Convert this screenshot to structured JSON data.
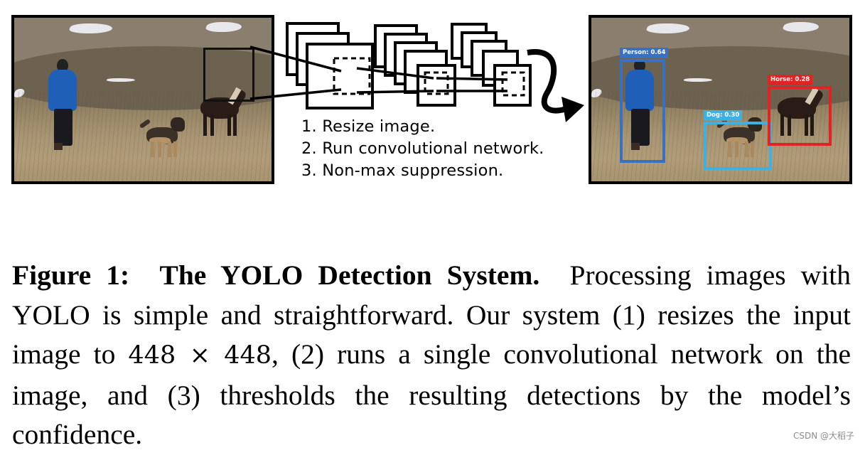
{
  "figure": {
    "steps": [
      "1. Resize image.",
      "2. Run convolutional network.",
      "3. Non-max suppression."
    ],
    "detections": [
      {
        "label": "Person: 0.64",
        "color": "#3a70c0"
      },
      {
        "label": "Dog: 0.30",
        "color": "#3fb0e0"
      },
      {
        "label": "Horse: 0.28",
        "color": "#e02424"
      }
    ]
  },
  "caption": {
    "label": "Figure 1:",
    "title": "The YOLO Detection System.",
    "text_part1": "Processing images with YOLO is simple and straightforward. Our system (1) resizes the input image to ",
    "math_expr": "448 × 448",
    "text_part2": ", (2) runs a single convolutional network on the image, and (3) thresholds the resulting detections by the model’s confidence."
  },
  "watermark": "CSDN @大稻子"
}
